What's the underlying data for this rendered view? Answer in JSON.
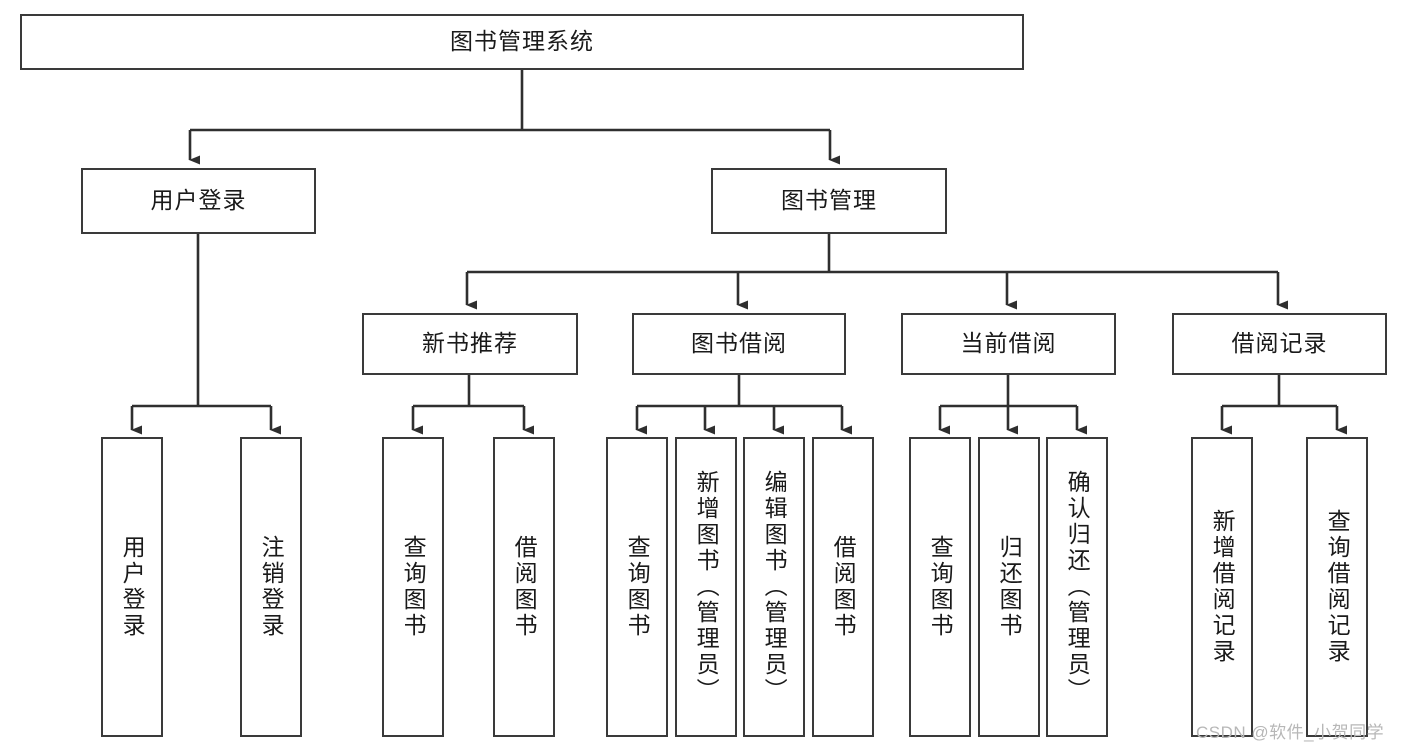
{
  "diagram": {
    "type": "tree-hierarchy",
    "title": "图书管理系统",
    "watermark": "CSDN @软件_小贺同学",
    "colors": {
      "box_border": "#3a3a3a",
      "box_fill": "#ffffff",
      "connector": "#2f2f2f",
      "text": "#1a1a1a",
      "watermark": "#b7b7b7"
    },
    "levels": {
      "root": {
        "label": "图书管理系统"
      },
      "level2": [
        {
          "id": "user-login",
          "label": "用户登录"
        },
        {
          "id": "book-manage",
          "label": "图书管理"
        }
      ],
      "level3": [
        {
          "id": "new-book-rec",
          "label": "新书推荐"
        },
        {
          "id": "book-borrow",
          "label": "图书借阅"
        },
        {
          "id": "current-borrow",
          "label": "当前借阅"
        },
        {
          "id": "borrow-record",
          "label": "借阅记录"
        }
      ],
      "leaves": {
        "user-login": [
          {
            "id": "leaf-user-login",
            "label": "用户登录"
          },
          {
            "id": "leaf-logout",
            "label": "注销登录"
          }
        ],
        "new-book-rec": [
          {
            "id": "leaf-query-book-1",
            "label": "查询图书"
          },
          {
            "id": "leaf-borrow-book-1",
            "label": "借阅图书"
          }
        ],
        "book-borrow": [
          {
            "id": "leaf-query-book-2",
            "label": "查询图书"
          },
          {
            "id": "leaf-add-book",
            "label": "新增图书（管理员）"
          },
          {
            "id": "leaf-edit-book",
            "label": "编辑图书（管理员）"
          },
          {
            "id": "leaf-borrow-book-2",
            "label": "借阅图书"
          }
        ],
        "current-borrow": [
          {
            "id": "leaf-query-book-3",
            "label": "查询图书"
          },
          {
            "id": "leaf-return-book",
            "label": "归还图书"
          },
          {
            "id": "leaf-confirm-return",
            "label": "确认归还（管理员）"
          }
        ],
        "borrow-record": [
          {
            "id": "leaf-add-record",
            "label": "新增借阅记录"
          },
          {
            "id": "leaf-query-record",
            "label": "查询借阅记录"
          }
        ]
      }
    }
  }
}
